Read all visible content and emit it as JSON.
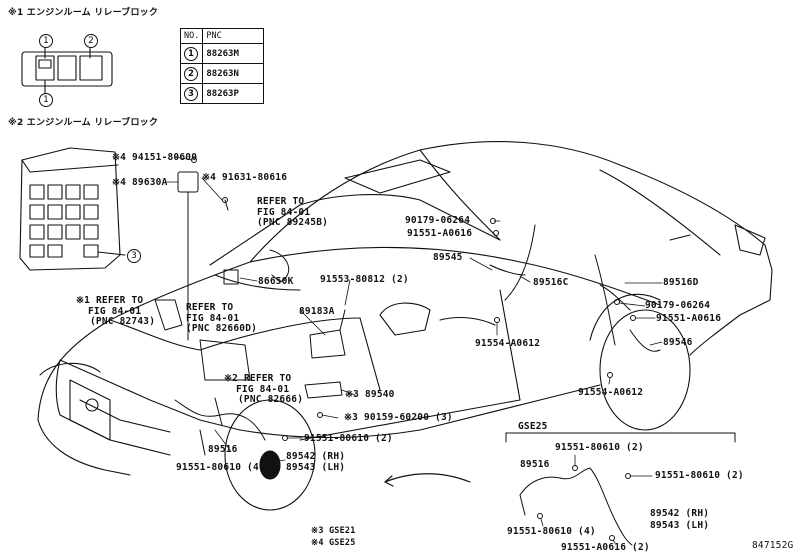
{
  "relay_block_1": {
    "title": "※1 エンジンルーム リレーブロック",
    "markers": [
      "1",
      "2",
      "1"
    ]
  },
  "relay_block_2": {
    "title": "※2 エンジンルーム リレーブロック",
    "marker": "3"
  },
  "pnc_table": {
    "headers": [
      "NO.",
      "PNC"
    ],
    "rows": [
      {
        "no": "1",
        "pnc": "88263M"
      },
      {
        "no": "2",
        "pnc": "88263N"
      },
      {
        "no": "3",
        "pnc": "88263P"
      }
    ]
  },
  "labels": {
    "p94151": "※4 94151-80600",
    "p89630a": "※4 89630A",
    "p91631": "※4 91631-80616",
    "ref_84245b": [
      "REFER TO",
      "FIG 84-01",
      "(PNC 89245B)"
    ],
    "p86650k": "86650K",
    "ref_82743": [
      "※1 REFER TO",
      "FIG 84-01",
      "(PNC 82743)"
    ],
    "ref_82660d": [
      "REFER TO",
      "FIG 84-01",
      "(PNC 82660D)"
    ],
    "ref_82666": [
      "※2 REFER TO",
      "FIG 84-01",
      "(PNC 82666)"
    ],
    "p91553": "91553-80812 (2)",
    "p89183a": "89183A",
    "p89540": "※3 89540",
    "p90159": "※3 90159-60200 (3)",
    "p91551_front2": "91551-80610 (2)",
    "p89516_front": "89516",
    "p91551_front4": "91551-80610 (4)",
    "p89542": "89542 (RH)",
    "p89543": "89543 (LH)",
    "p90179_top": "90179-06264",
    "p91551_a0616_top": "91551-A0616",
    "p89545": "89545",
    "p89516c": "89516C",
    "p91554_a0612_mid": "91554-A0612",
    "p89516d": "89516D",
    "p90179_rear": "90179-06264",
    "p91551_a0616_rear": "91551-A0616",
    "p89546": "89546",
    "p91554_a0612_rear": "91554-A0612"
  },
  "gse25_detail": {
    "title": "GSE25",
    "p91551_top": "91551-80610 (2)",
    "p89516": "89516",
    "p91551_right": "91551-80610 (2)",
    "p89542": "89542 (RH)",
    "p89543": "89543 (LH)",
    "p91551_bottom": "91551-80610 (4)",
    "p91551_a0616": "91551-A0616 (2)"
  },
  "footnotes": [
    "※3 GSE21",
    "※4 GSE25"
  ],
  "illustration_code": "847152G"
}
